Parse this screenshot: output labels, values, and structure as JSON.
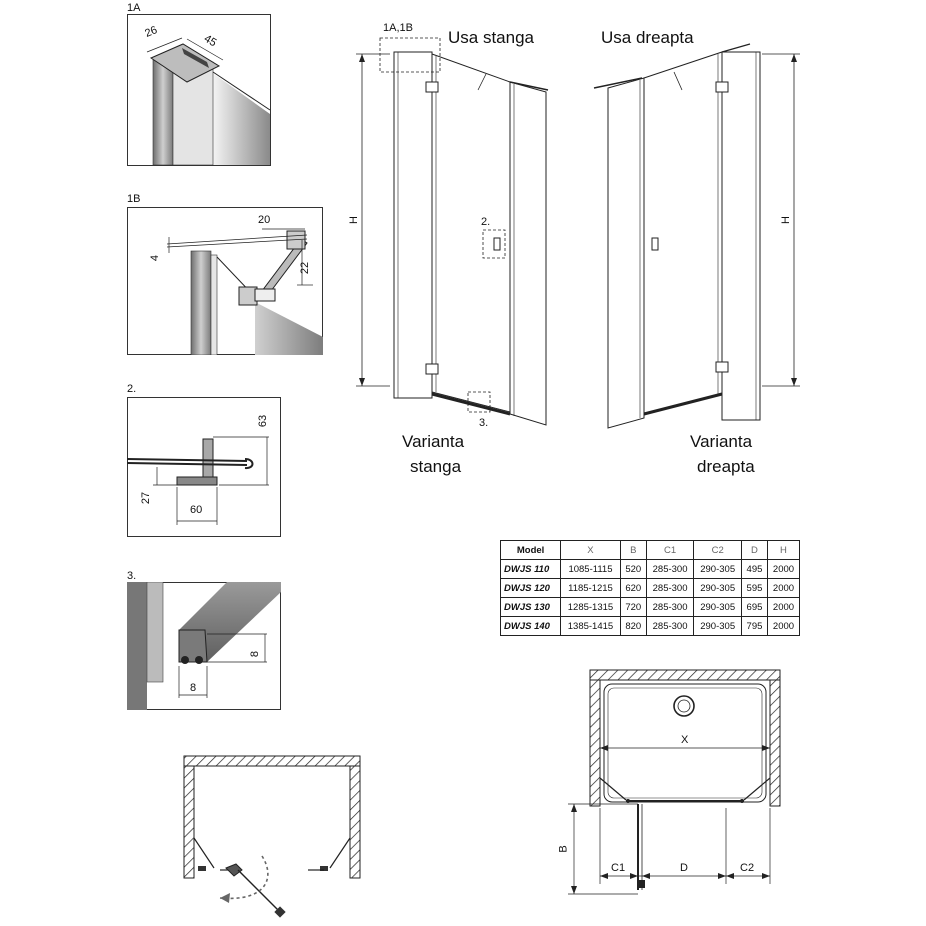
{
  "details": {
    "d1a": {
      "title": "1A",
      "dims": [
        "26",
        "45"
      ]
    },
    "d1b": {
      "title": "1B",
      "dims": [
        "20",
        "4",
        "22"
      ]
    },
    "d2": {
      "title": "2.",
      "dims": [
        "63",
        "27",
        "60"
      ]
    },
    "d3": {
      "title": "3.",
      "dims": [
        "8",
        "8"
      ]
    }
  },
  "left_view": {
    "callout_top": "1A,1B",
    "handle_label": "Usa stanga",
    "callout_mid": "2.",
    "callout_bottom": "3.",
    "height_label": "H",
    "caption_line1": "Varianta",
    "caption_line2": "stanga"
  },
  "right_view": {
    "handle_label": "Usa dreapta",
    "height_label": "H",
    "caption_line1": "Varianta",
    "caption_line2": "dreapta"
  },
  "table": {
    "headers": [
      "Model",
      "X",
      "B",
      "C1",
      "C2",
      "D",
      "H"
    ],
    "rows": [
      [
        "DWJS 110",
        "1085-1115",
        "520",
        "285-300",
        "290-305",
        "495",
        "2000"
      ],
      [
        "DWJS 120",
        "1185-1215",
        "620",
        "285-300",
        "290-305",
        "595",
        "2000"
      ],
      [
        "DWJS 130",
        "1285-1315",
        "720",
        "285-300",
        "290-305",
        "695",
        "2000"
      ],
      [
        "DWJS 140",
        "1385-1415",
        "820",
        "285-300",
        "290-305",
        "795",
        "2000"
      ]
    ]
  },
  "plan": {
    "x": "X",
    "b": "B",
    "c1": "C1",
    "d": "D",
    "c2": "C2"
  }
}
